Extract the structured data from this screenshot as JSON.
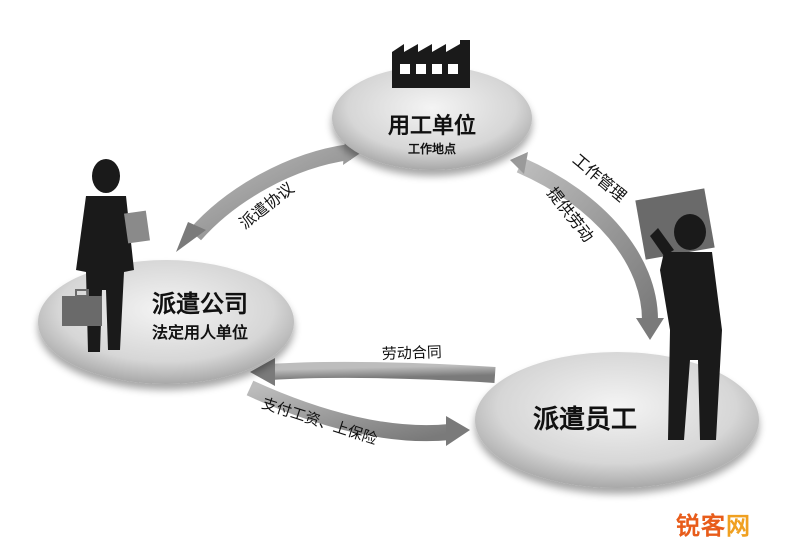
{
  "nodes": {
    "employer": {
      "title": "用工单位",
      "subtitle": "工作地点"
    },
    "agency": {
      "title": "派遣公司",
      "subtitle": "法定用人单位"
    },
    "worker": {
      "title": "派遣员工"
    }
  },
  "edges": {
    "dispatch_agreement": "派遣协议",
    "work_management": "工作管理",
    "provide_labor": "提供劳动",
    "labor_contract": "劳动合同",
    "pay_wages": "支付工资、上保险"
  },
  "watermark": {
    "part1": "锐客",
    "part2": "网"
  },
  "colors": {
    "arrow": "#8a8a8a",
    "platform": "#d8d8d8",
    "silhouette": "#1a1a1a",
    "watermark": "#e85c1a"
  }
}
